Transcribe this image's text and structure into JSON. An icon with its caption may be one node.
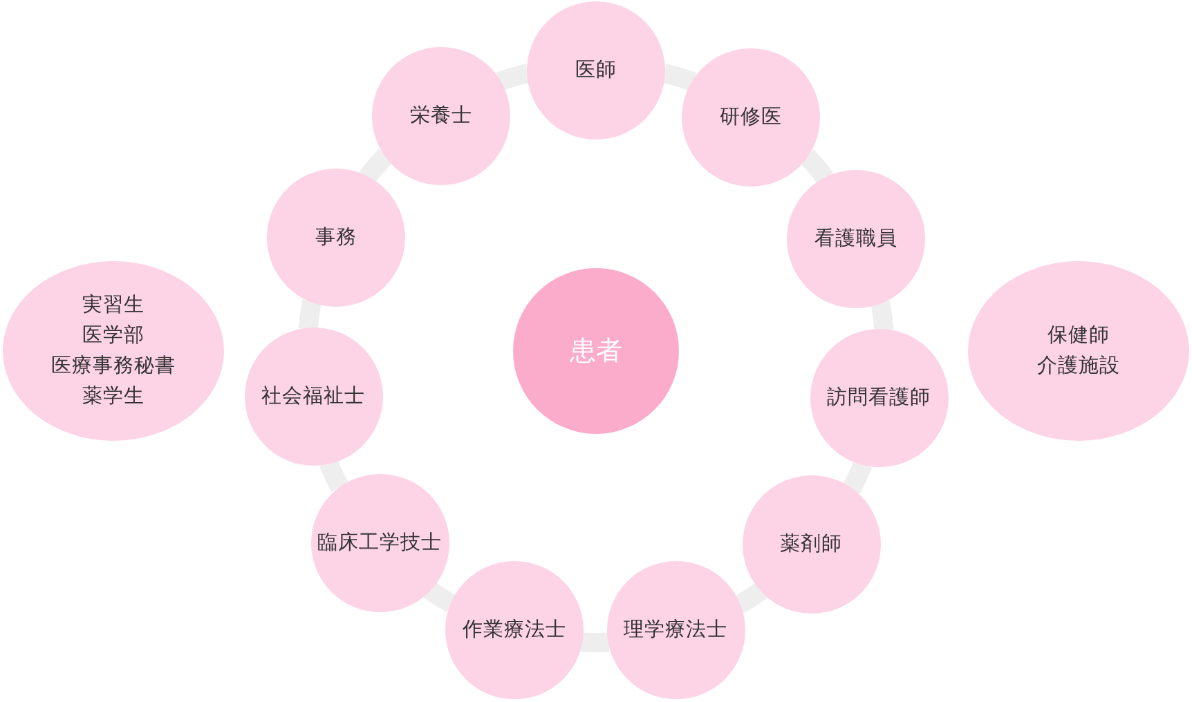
{
  "diagram": {
    "nodes": [
      {
        "text": [
          "医師"
        ]
      },
      {
        "text": [
          "栄養士"
        ]
      },
      {
        "text": [
          "研修医"
        ]
      },
      {
        "text": [
          "事務"
        ]
      },
      {
        "text": [
          "看護職員"
        ]
      },
      {
        "text": [
          "実習生",
          "医学部",
          "医療事務秘書",
          "薬学生"
        ]
      },
      {
        "text": [
          "患者"
        ]
      },
      {
        "text": [
          "保健師",
          "介護施設"
        ]
      },
      {
        "text": [
          "社会福祉士"
        ]
      },
      {
        "text": [
          "訪問看護師"
        ]
      },
      {
        "text": [
          "臨床工学技士"
        ]
      },
      {
        "text": [
          "薬剤師"
        ]
      },
      {
        "text": [
          "作業療法士"
        ]
      },
      {
        "text": [
          "理学療法士"
        ]
      }
    ],
    "edges": [
      {
        "from": 0,
        "to": 2,
        "arrow": "none"
      },
      {
        "from": 2,
        "to": 4,
        "arrow": "none"
      },
      {
        "from": 4,
        "to": 9,
        "arrow": "none"
      },
      {
        "from": 9,
        "to": 11,
        "arrow": "none"
      },
      {
        "from": 11,
        "to": 13,
        "arrow": "none"
      },
      {
        "from": 13,
        "to": 12,
        "arrow": "none"
      },
      {
        "from": 12,
        "to": 10,
        "arrow": "none"
      },
      {
        "from": 10,
        "to": 8,
        "arrow": "none"
      },
      {
        "from": 8,
        "to": 3,
        "arrow": "none"
      },
      {
        "from": 3,
        "to": 1,
        "arrow": "none"
      },
      {
        "from": 1,
        "to": 0,
        "arrow": "none"
      }
    ]
  }
}
